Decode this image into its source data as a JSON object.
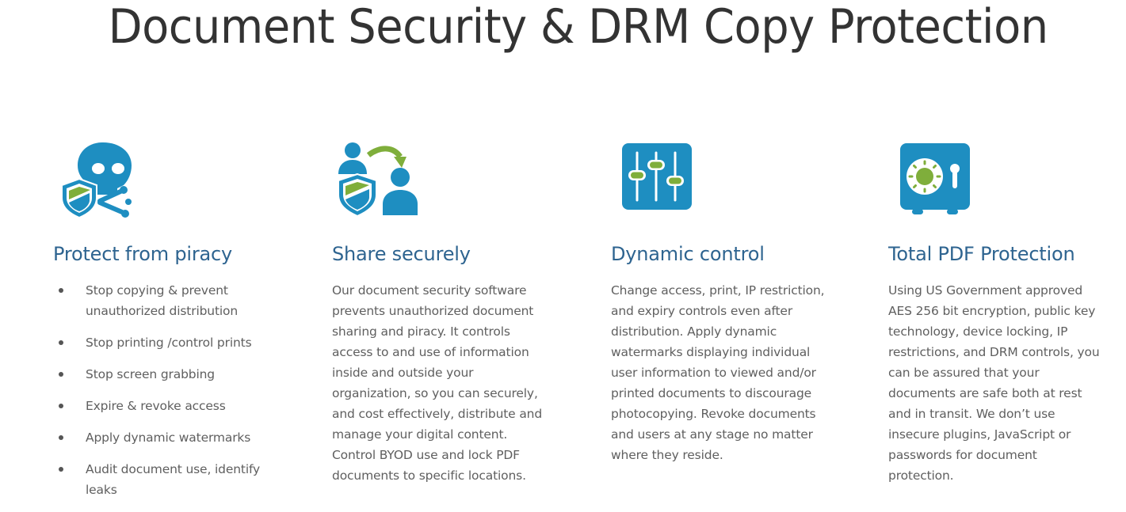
{
  "page": {
    "title": "Document Security & DRM Copy Protection"
  },
  "colors": {
    "icon_blue": "#1e8ec1",
    "icon_green": "#7fae3b",
    "heading_blue": "#2e6490",
    "body_text": "#5f5f5f",
    "title_text": "#333333"
  },
  "features": [
    {
      "icon": "skull-shield-icon",
      "title": "Protect from piracy",
      "bullets": [
        [
          "Stop copying & prevent",
          "unauthorized distribution"
        ],
        [
          "Stop printing /control prints"
        ],
        [
          "Stop screen grabbing"
        ],
        [
          "Expire & revoke access"
        ],
        [
          "Apply dynamic watermarks"
        ],
        [
          "Audit document use, identify",
          "leaks"
        ]
      ]
    },
    {
      "icon": "share-users-shield-icon",
      "title": "Share securely",
      "lines": [
        "Our document security software",
        "prevents unauthorized document",
        "sharing and piracy.  It controls",
        "access to and use of information",
        "inside and outside your",
        "organization, so you can securely,",
        "and cost effectively, distribute and",
        "manage your digital content.",
        "Control BYOD use and lock PDF",
        "documents to specific locations."
      ]
    },
    {
      "icon": "sliders-control-icon",
      "title": "Dynamic control",
      "lines": [
        "Change access, print, IP restriction,",
        "and expiry controls even after",
        "distribution.  Apply dynamic",
        "watermarks displaying individual",
        "user information to viewed and/or",
        "printed documents to discourage",
        "photocopying.  Revoke documents",
        "and users at any stage no matter",
        "where they reside."
      ]
    },
    {
      "icon": "safe-vault-icon",
      "title": "Total PDF Protection",
      "lines": [
        "Using US Government approved",
        "AES 256 bit encryption, public key",
        "technology, device locking, IP",
        "restrictions, and DRM controls, you",
        "can be assured that your",
        "documents are safe both at rest",
        "and in transit.  We don’t use",
        "insecure plugins, JavaScript or",
        "passwords for document",
        "protection."
      ]
    }
  ]
}
